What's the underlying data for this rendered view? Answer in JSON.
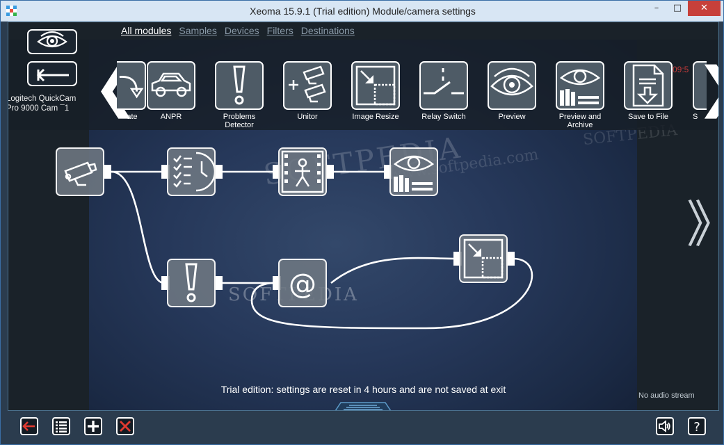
{
  "window": {
    "title": "Xeoma 15.9.1 (Trial edition) Module/camera settings",
    "minimize_glyph": "–",
    "maximize_glyph": "□",
    "close_glyph": "✕"
  },
  "tabs": [
    "All modules",
    "Samples",
    "Devices",
    "Filters",
    "Destinations"
  ],
  "active_tab": "All modules",
  "camera": {
    "name": "Logitech QuickCam Pro 9000 Cam ¯1"
  },
  "clock_fragment": "09:5",
  "palette": {
    "prev_glyph": "❮",
    "next_glyph": "❯",
    "modules": [
      {
        "label": "ate",
        "icon": "rotate-icon"
      },
      {
        "label": "ANPR",
        "icon": "car-icon"
      },
      {
        "label": "Problems Detector",
        "icon": "exclamation-icon"
      },
      {
        "label": "Unitor",
        "icon": "camera-plus-icon"
      },
      {
        "label": "Image Resize",
        "icon": "resize-icon"
      },
      {
        "label": "Relay Switch",
        "icon": "relay-switch-icon"
      },
      {
        "label": "Preview",
        "icon": "eye-icon"
      },
      {
        "label": "Preview and Archive",
        "icon": "eye-archive-icon"
      },
      {
        "label": "Save to File",
        "icon": "document-download-icon"
      },
      {
        "label": "S",
        "icon": "partial-module-icon"
      }
    ]
  },
  "canvas": {
    "next_glyph": "》",
    "nodes": [
      {
        "id": "camera",
        "icon": "camera-icon"
      },
      {
        "id": "scheduler",
        "icon": "scheduler-icon"
      },
      {
        "id": "motion-detector",
        "icon": "motion-detector-icon"
      },
      {
        "id": "preview-archive",
        "icon": "eye-archive-icon"
      },
      {
        "id": "problems-detector",
        "icon": "exclamation-icon"
      },
      {
        "id": "email",
        "icon": "email-icon"
      },
      {
        "id": "image-resize",
        "icon": "resize-icon"
      }
    ],
    "watermark": "SOFTPEDIA",
    "watermark_url": "www.softpedia.com",
    "trial_message": "Trial edition: settings are reset in 4 hours and are not saved at exit",
    "audio_status": "No audio stream"
  },
  "bottom_toolbar": {
    "left": [
      "back-red-arrow-icon",
      "list-icon",
      "add-icon",
      "delete-red-x-icon"
    ],
    "right": [
      "speaker-icon",
      "help-icon"
    ]
  },
  "colors": {
    "accent_red": "#c7403a",
    "panel": "#2b3c4e",
    "tab_inactive": "#8a9aa8"
  }
}
